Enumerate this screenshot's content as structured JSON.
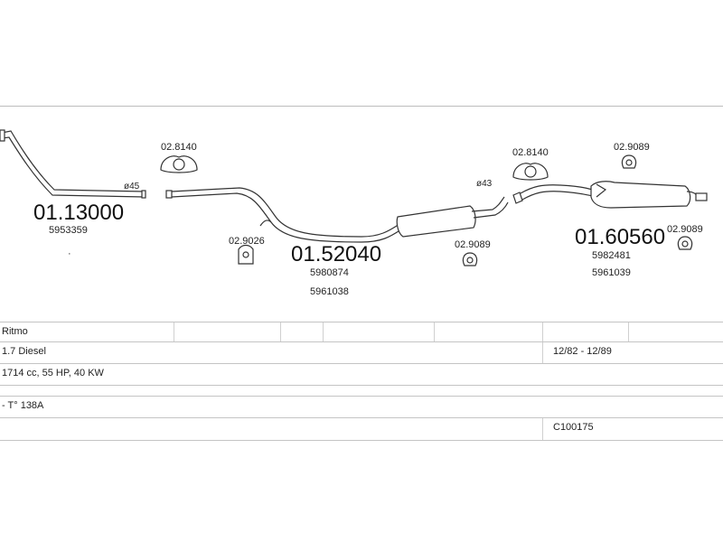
{
  "parts": {
    "front_pipe": {
      "number": "01.13000",
      "ref": "5953359",
      "diameter": "ø45"
    },
    "mid_pipe": {
      "number": "01.52040",
      "ref1": "5980874",
      "ref2": "5961038",
      "diameter": "ø43"
    },
    "rear_silencer": {
      "number": "01.60560",
      "ref1": "5982481",
      "ref2": "5961039"
    },
    "gasket_left": "02.8140",
    "gasket_right": "02.8140",
    "mount_left": "02.9026",
    "clamp_mid": "02.9089",
    "clamp_right_top": "02.9089",
    "clamp_right_bottom": "02.9089"
  },
  "info": {
    "model": "Ritmo",
    "engine": "1.7 Diesel",
    "dates": "12/82 - 12/89",
    "specs": "1714 cc, 55 HP, 40 KW",
    "type_code": "- T° 138A",
    "catalog_code": "C100175"
  }
}
